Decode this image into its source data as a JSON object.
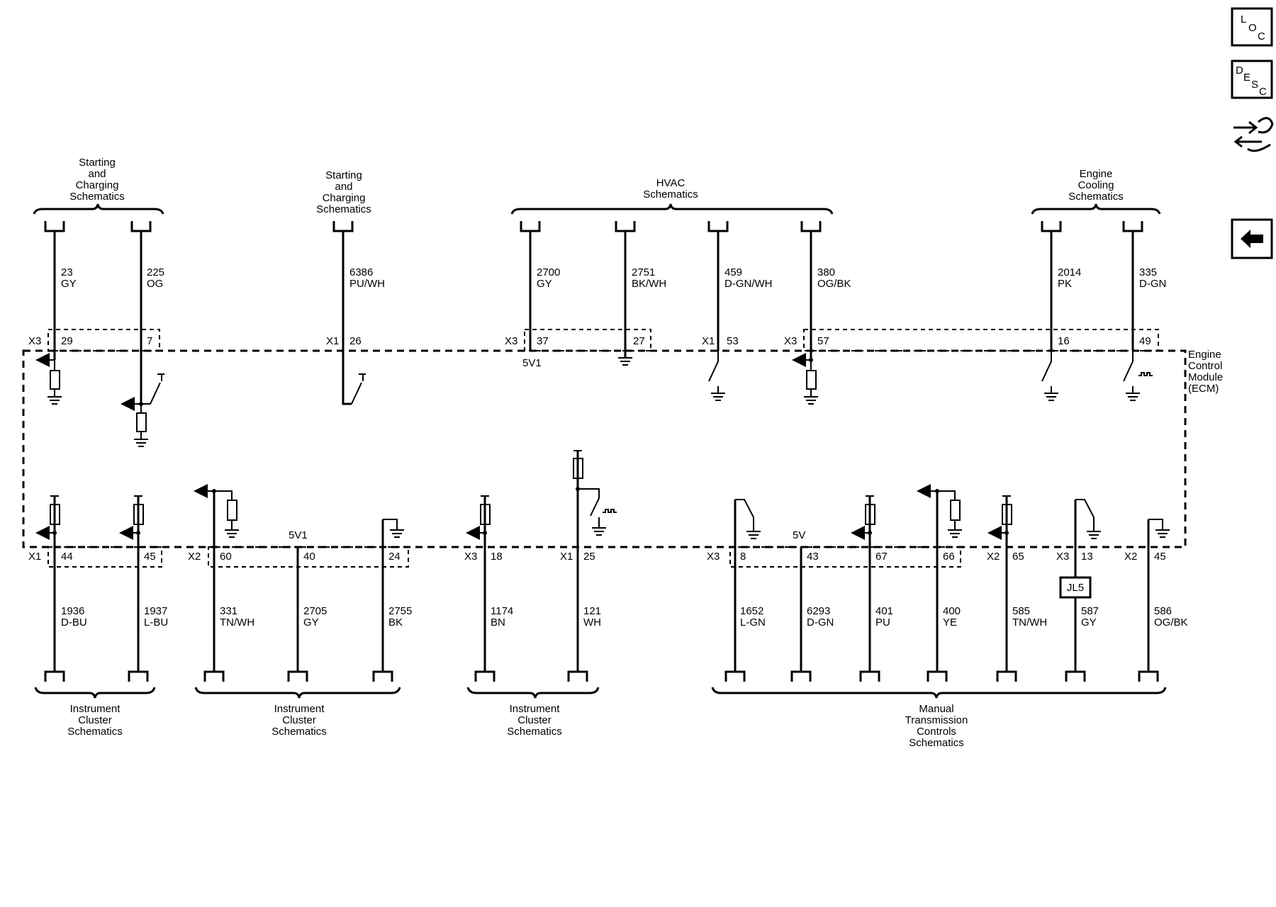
{
  "nav": {
    "loc": [
      "L",
      "O",
      "C"
    ],
    "desc": [
      "D",
      "E",
      "S",
      "C"
    ]
  },
  "module": {
    "label": [
      "Engine",
      "Control",
      "Module",
      "(ECM)"
    ]
  },
  "top_groups": [
    {
      "label": [
        "Starting",
        "and",
        "Charging",
        "Schematics"
      ]
    },
    {
      "label": [
        "Starting",
        "and",
        "Charging",
        "Schematics"
      ]
    },
    {
      "label": [
        "HVAC",
        "Schematics"
      ]
    },
    {
      "label": [
        "Engine",
        "Cooling",
        "Schematics"
      ]
    }
  ],
  "top_wires": [
    {
      "circuit": "23",
      "color": "GY",
      "conn": "X3",
      "pin": "29"
    },
    {
      "circuit": "225",
      "color": "OG",
      "conn": "",
      "pin": "7"
    },
    {
      "circuit": "6386",
      "color": "PU/WH",
      "conn": "X1",
      "pin": "26"
    },
    {
      "circuit": "2700",
      "color": "GY",
      "conn": "X3",
      "pin": "37",
      "ref": "5V1"
    },
    {
      "circuit": "2751",
      "color": "BK/WH",
      "conn": "",
      "pin": "27"
    },
    {
      "circuit": "459",
      "color": "D-GN/WH",
      "conn": "X1",
      "pin": "53"
    },
    {
      "circuit": "380",
      "color": "OG/BK",
      "conn": "X3",
      "pin": "57"
    },
    {
      "circuit": "2014",
      "color": "PK",
      "conn": "",
      "pin": "16"
    },
    {
      "circuit": "335",
      "color": "D-GN",
      "conn": "",
      "pin": "49"
    }
  ],
  "bottom_groups": [
    {
      "label": [
        "Instrument",
        "Cluster",
        "Schematics"
      ]
    },
    {
      "label": [
        "Instrument",
        "Cluster",
        "Schematics"
      ]
    },
    {
      "label": [
        "Instrument",
        "Cluster",
        "Schematics"
      ]
    },
    {
      "label": [
        "Manual",
        "Transmission",
        "Controls",
        "Schematics"
      ]
    }
  ],
  "bottom_wires": [
    {
      "circuit": "1936",
      "color": "D-BU",
      "conn": "X1",
      "pin": "44"
    },
    {
      "circuit": "1937",
      "color": "L-BU",
      "conn": "",
      "pin": "45"
    },
    {
      "circuit": "331",
      "color": "TN/WH",
      "conn": "X2",
      "pin": "60"
    },
    {
      "circuit": "2705",
      "color": "GY",
      "conn": "",
      "pin": "40",
      "ref": "5V1"
    },
    {
      "circuit": "2755",
      "color": "BK",
      "conn": "",
      "pin": "24"
    },
    {
      "circuit": "1174",
      "color": "BN",
      "conn": "X3",
      "pin": "18"
    },
    {
      "circuit": "121",
      "color": "WH",
      "conn": "X1",
      "pin": "25"
    },
    {
      "circuit": "1652",
      "color": "L-GN",
      "conn": "X3",
      "pin": "8"
    },
    {
      "circuit": "6293",
      "color": "D-GN",
      "conn": "",
      "pin": "43",
      "ref": "5V"
    },
    {
      "circuit": "401",
      "color": "PU",
      "conn": "",
      "pin": "67"
    },
    {
      "circuit": "400",
      "color": "YE",
      "conn": "",
      "pin": "66"
    },
    {
      "circuit": "585",
      "color": "TN/WH",
      "conn": "X2",
      "pin": "65"
    },
    {
      "circuit": "587",
      "color": "GY",
      "conn": "X3",
      "pin": "13",
      "splice": "JL5"
    },
    {
      "circuit": "586",
      "color": "OG/BK",
      "conn": "X2",
      "pin": "45"
    }
  ]
}
